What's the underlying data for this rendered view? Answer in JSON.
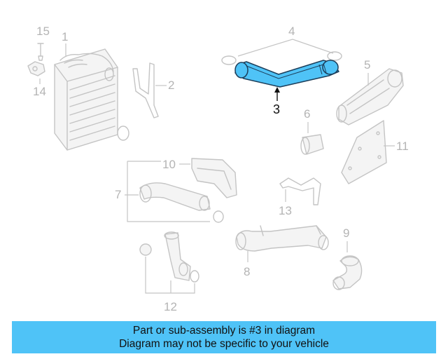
{
  "callouts": {
    "c1": "1",
    "c2": "2",
    "c3": "3",
    "c4": "4",
    "c5": "5",
    "c6": "6",
    "c7": "7",
    "c8": "8",
    "c9": "9",
    "c10": "10",
    "c11": "11",
    "c12": "12",
    "c13": "13",
    "c14": "14",
    "c15": "15"
  },
  "highlight": {
    "part": "3",
    "color": "#4fc3f7"
  },
  "banner": {
    "line1": "Part or sub-assembly is #3 in diagram",
    "line2": "Diagram may not be specific to your vehicle",
    "color": "#4fc3f7"
  }
}
